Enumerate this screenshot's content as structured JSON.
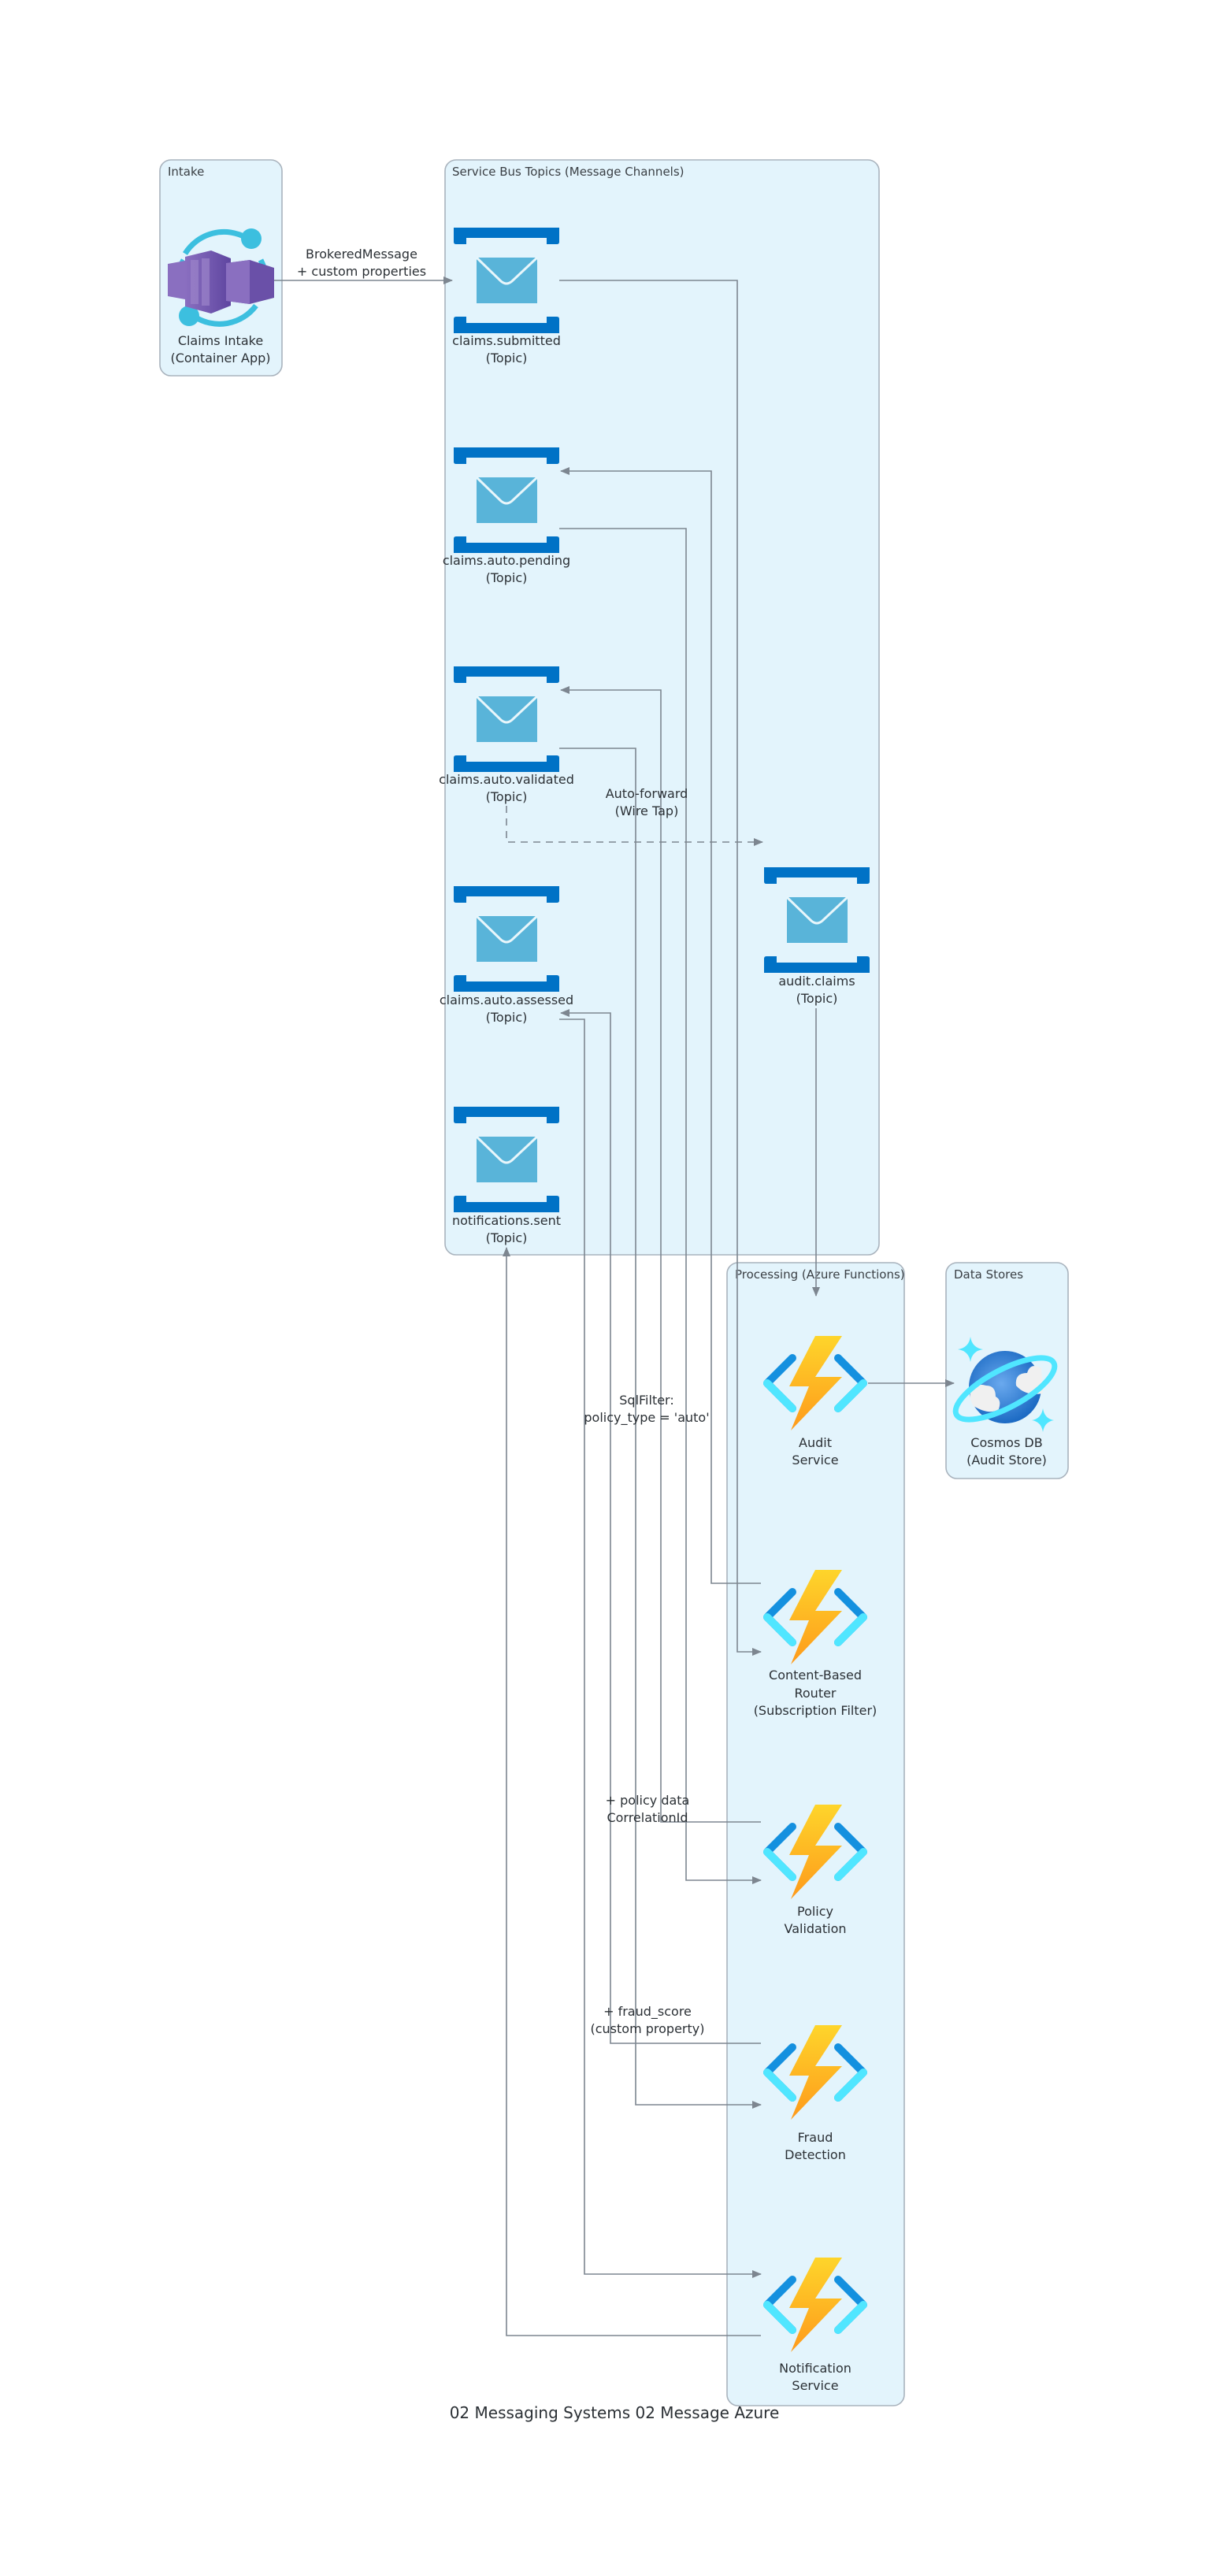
{
  "diagram": {
    "title": "02 Messaging Systems 02 Message Azure",
    "colors": {
      "cluster_fill": "#e3f4fc",
      "cluster_stroke": "#a9b3bd",
      "edge": "#7d8690",
      "topic_bracket": "#0072c6",
      "topic_envelope": "#59b4d9",
      "function_bolt_top": "#fed52b",
      "function_bolt_bottom": "#fea11b",
      "function_bracket_dark": "#1490df",
      "function_bracket_light": "#50e6ff",
      "container_purple": "#7b5db0",
      "container_ring": "#3cbfdf",
      "cosmos_blue": "#1a73c8",
      "cosmos_ring": "#50e6ff"
    },
    "clusters": [
      {
        "id": "intake",
        "label": "Intake"
      },
      {
        "id": "service_bus",
        "label": "Service Bus Topics (Message Channels)"
      },
      {
        "id": "processing",
        "label": "Processing (Azure Functions)"
      },
      {
        "id": "data_stores",
        "label": "Data Stores"
      }
    ],
    "nodes": [
      {
        "id": "claims_intake",
        "type": "container-app",
        "icon": "container-app-icon",
        "label_lines": [
          "Claims Intake",
          "(Container App)"
        ]
      },
      {
        "id": "claims_submitted",
        "type": "topic",
        "icon": "service-bus-topic-icon",
        "label_lines": [
          "claims.submitted",
          "(Topic)"
        ]
      },
      {
        "id": "claims_auto_pending",
        "type": "topic",
        "icon": "service-bus-topic-icon",
        "label_lines": [
          "claims.auto.pending",
          "(Topic)"
        ]
      },
      {
        "id": "claims_auto_validated",
        "type": "topic",
        "icon": "service-bus-topic-icon",
        "label_lines": [
          "claims.auto.validated",
          "(Topic)"
        ]
      },
      {
        "id": "claims_auto_assessed",
        "type": "topic",
        "icon": "service-bus-topic-icon",
        "label_lines": [
          "claims.auto.assessed",
          "(Topic)"
        ]
      },
      {
        "id": "notifications_sent",
        "type": "topic",
        "icon": "service-bus-topic-icon",
        "label_lines": [
          "notifications.sent",
          "(Topic)"
        ]
      },
      {
        "id": "audit_claims",
        "type": "topic",
        "icon": "service-bus-topic-icon",
        "label_lines": [
          "audit.claims",
          "(Topic)"
        ]
      },
      {
        "id": "audit_service",
        "type": "function",
        "icon": "azure-function-icon",
        "label_lines": [
          "Audit",
          "Service"
        ]
      },
      {
        "id": "router",
        "type": "function",
        "icon": "azure-function-icon",
        "label_lines": [
          "Content-Based",
          "Router",
          "(Subscription Filter)"
        ]
      },
      {
        "id": "policy_validation",
        "type": "function",
        "icon": "azure-function-icon",
        "label_lines": [
          "Policy",
          "Validation"
        ]
      },
      {
        "id": "fraud_detection",
        "type": "function",
        "icon": "azure-function-icon",
        "label_lines": [
          "Fraud",
          "Detection"
        ]
      },
      {
        "id": "notification_service",
        "type": "function",
        "icon": "azure-function-icon",
        "label_lines": [
          "Notification",
          "Service"
        ]
      },
      {
        "id": "cosmos_db",
        "type": "cosmos-db",
        "icon": "cosmos-db-icon",
        "label_lines": [
          "Cosmos DB",
          "(Audit Store)"
        ]
      }
    ],
    "edges": [
      {
        "from": "claims_intake",
        "to": "claims_submitted",
        "style": "solid",
        "label_lines": [
          "BrokeredMessage",
          "+ custom properties"
        ]
      },
      {
        "from": "claims_submitted",
        "to": "router",
        "style": "solid",
        "label_lines": []
      },
      {
        "from": "router",
        "to": "claims_auto_pending",
        "style": "solid",
        "label_lines": [
          "SqlFilter:",
          "policy_type = 'auto'"
        ]
      },
      {
        "from": "claims_auto_pending",
        "to": "policy_validation",
        "style": "solid",
        "label_lines": []
      },
      {
        "from": "policy_validation",
        "to": "claims_auto_validated",
        "style": "solid",
        "label_lines": [
          "+ policy data",
          "CorrelationId"
        ]
      },
      {
        "from": "claims_auto_validated",
        "to": "fraud_detection",
        "style": "solid",
        "label_lines": []
      },
      {
        "from": "fraud_detection",
        "to": "claims_auto_assessed",
        "style": "solid",
        "label_lines": [
          "+ fraud_score",
          "(custom property)"
        ]
      },
      {
        "from": "claims_auto_assessed",
        "to": "notification_service",
        "style": "solid",
        "label_lines": []
      },
      {
        "from": "notification_service",
        "to": "notifications_sent",
        "style": "solid",
        "label_lines": []
      },
      {
        "from": "claims_auto_validated",
        "to": "audit_claims",
        "style": "dashed",
        "label_lines": [
          "Auto-forward",
          "(Wire Tap)"
        ]
      },
      {
        "from": "audit_claims",
        "to": "audit_service",
        "style": "solid",
        "label_lines": []
      },
      {
        "from": "audit_service",
        "to": "cosmos_db",
        "style": "solid",
        "label_lines": []
      }
    ]
  }
}
